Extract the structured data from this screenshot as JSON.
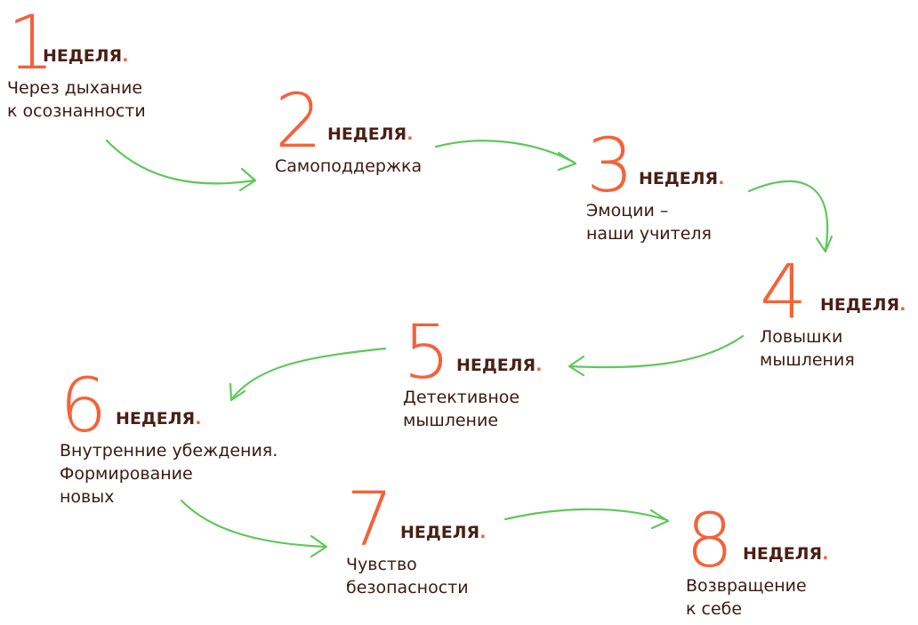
{
  "colors": {
    "number": "#f4623a",
    "heading": "#4a1f14",
    "text": "#3a1a12",
    "arrow": "#5ec85a"
  },
  "steps": [
    {
      "number": "1",
      "heading": "НЕДЕЛЯ",
      "dot": ".",
      "lines": [
        "Через дыхание",
        "к осознанности"
      ]
    },
    {
      "number": "2",
      "heading": "НЕДЕЛЯ",
      "dot": ".",
      "lines": [
        "Самоподдержка"
      ]
    },
    {
      "number": "3",
      "heading": "НЕДЕЛЯ",
      "dot": ".",
      "lines": [
        "Эмоции –",
        "наши учителя"
      ]
    },
    {
      "number": "4",
      "heading": "НЕДЕЛЯ",
      "dot": ".",
      "lines": [
        "Ловышки",
        "мышления"
      ]
    },
    {
      "number": "5",
      "heading": "НЕДЕЛЯ",
      "dot": ".",
      "lines": [
        "Детективное",
        "мышление"
      ]
    },
    {
      "number": "6",
      "heading": "НЕДЕЛЯ",
      "dot": ".",
      "lines": [
        "Внутренние убеждения.",
        "Формирование",
        "новых"
      ]
    },
    {
      "number": "7",
      "heading": "НЕДЕЛЯ",
      "dot": ".",
      "lines": [
        "Чувство",
        "безопасности"
      ]
    },
    {
      "number": "8",
      "heading": "НЕДЕЛЯ",
      "dot": ".",
      "lines": [
        "Возвращение",
        "к себе"
      ]
    }
  ]
}
